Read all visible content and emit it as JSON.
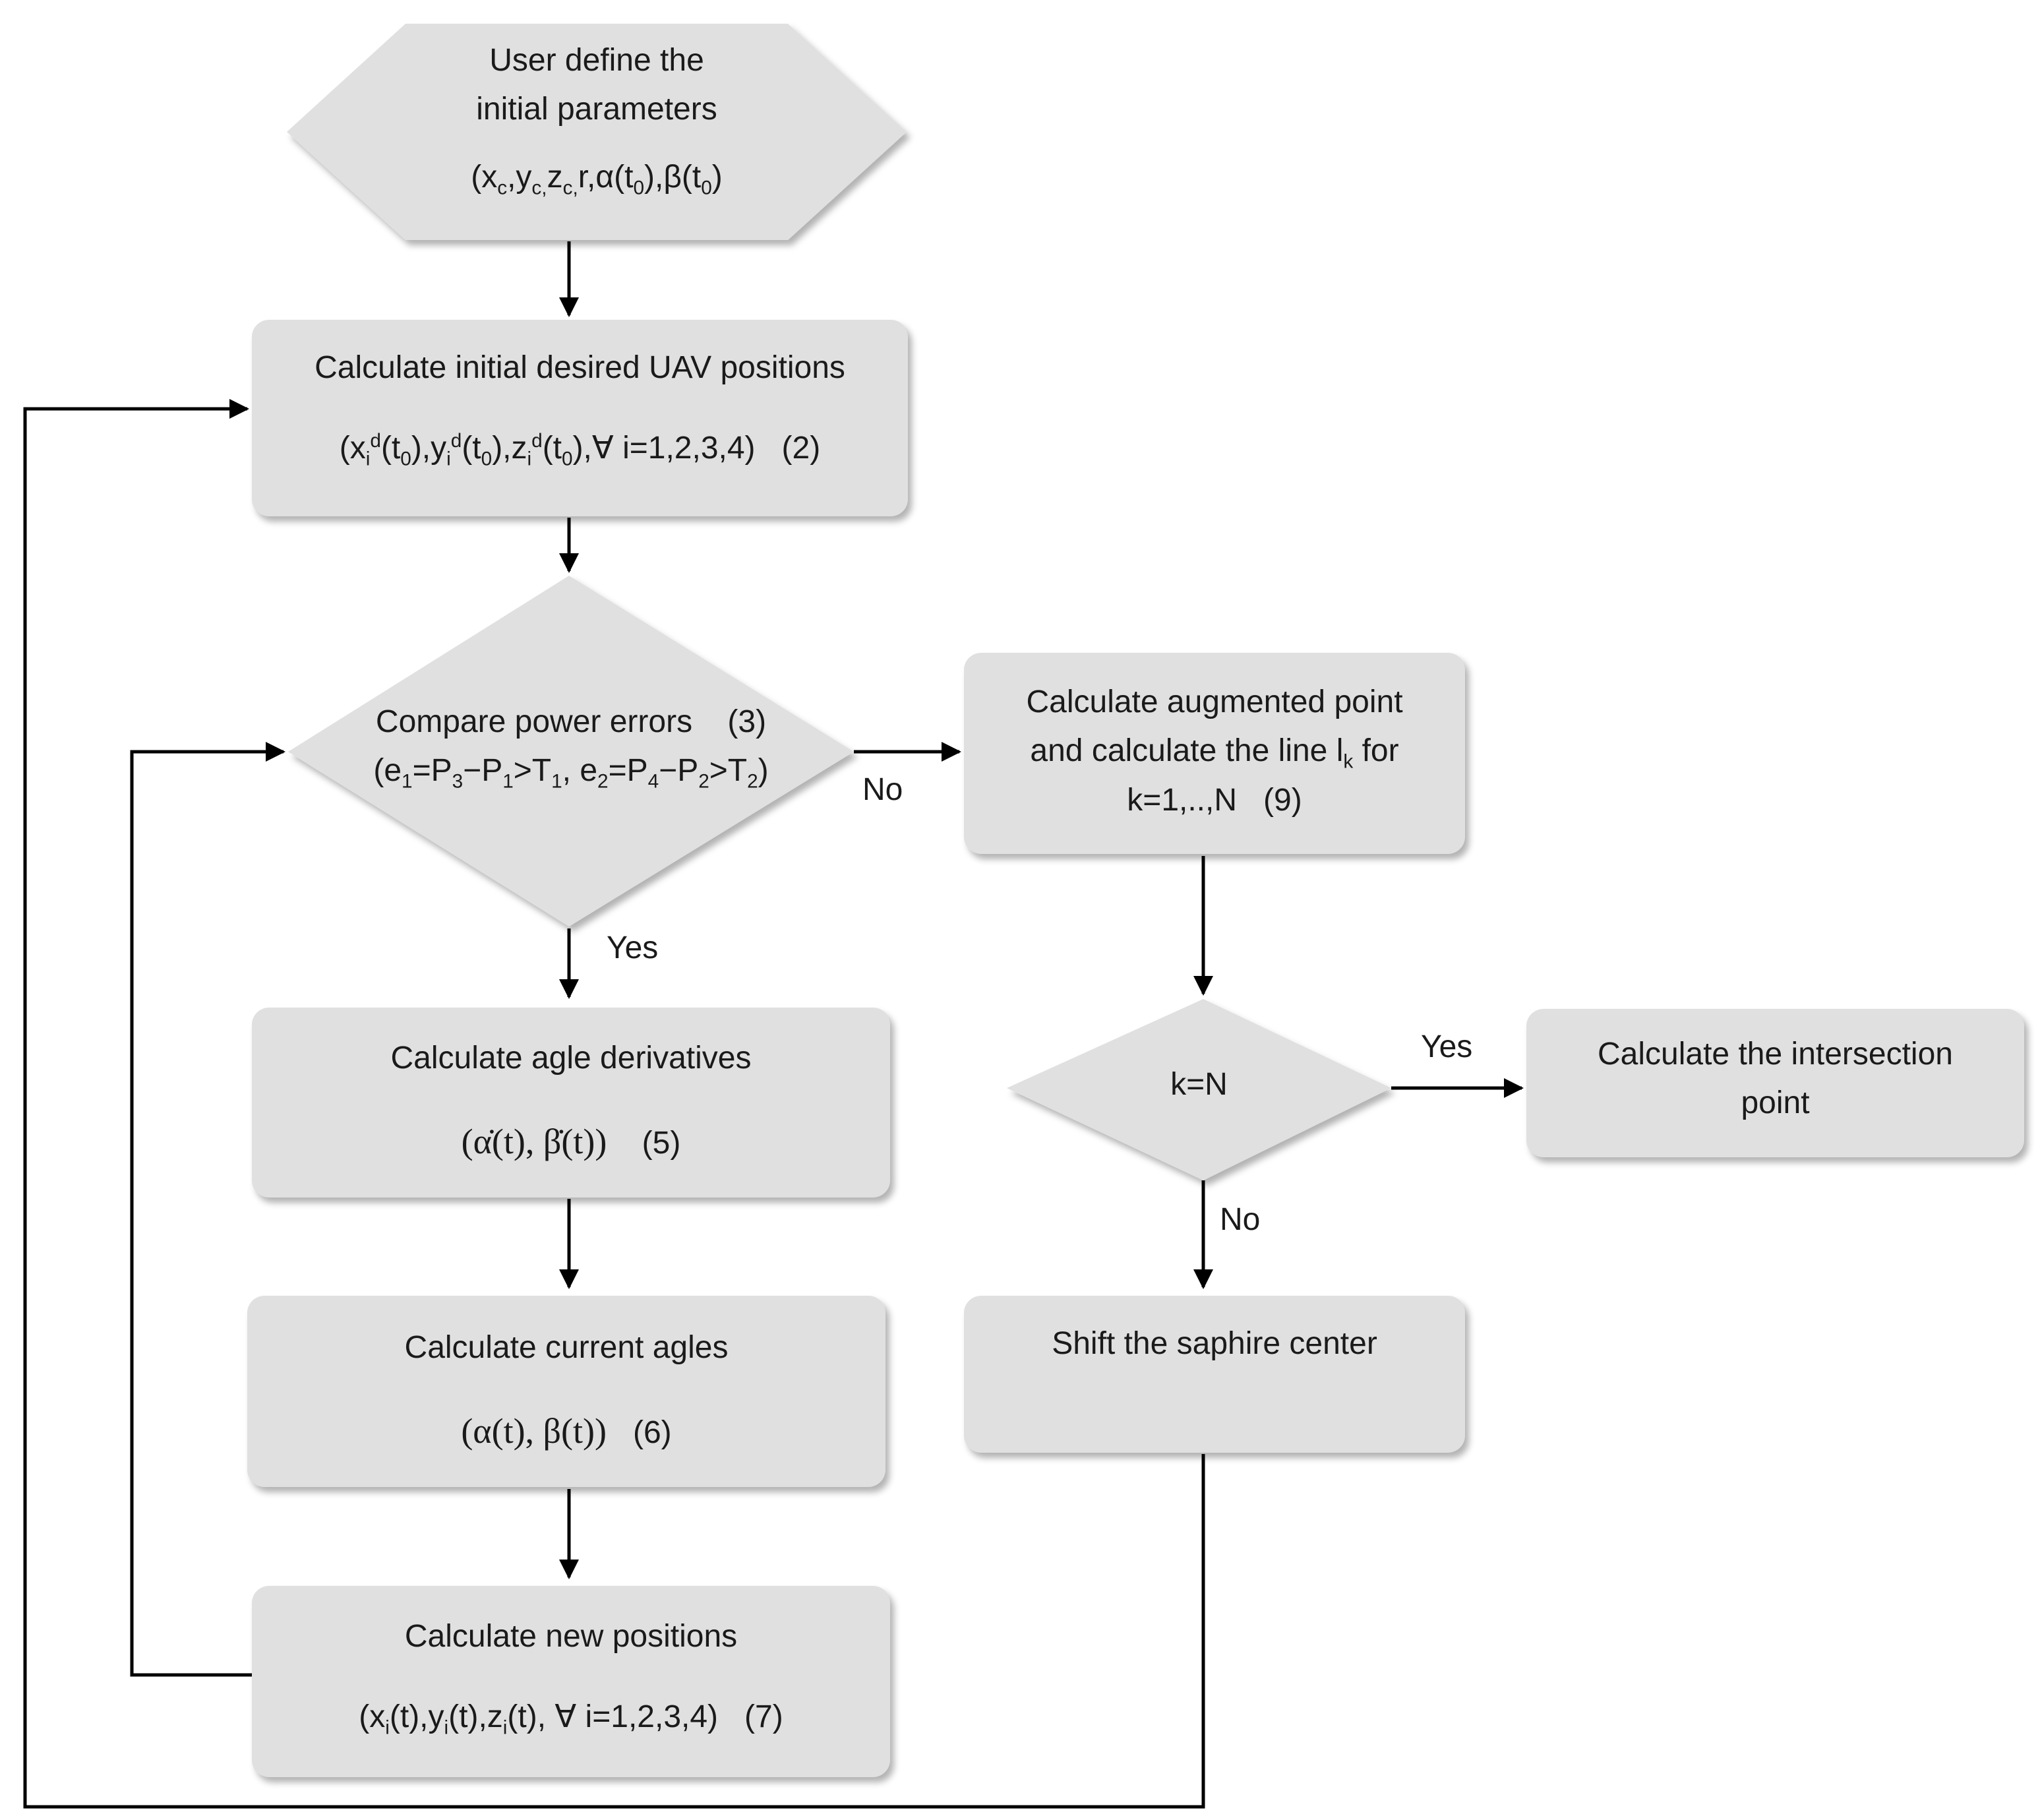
{
  "start": {
    "line1": "User define the",
    "line2": "initial parameters",
    "params": {
      "p1": "(x",
      "s1": "c",
      "p2": ",y",
      "s2": "c,",
      "p3": "z",
      "s3": "c,",
      "p4": "r,α(t",
      "s4": "0",
      "p5": "),β(t",
      "s5": "0",
      "p6": ")"
    }
  },
  "initial_positions": {
    "title": "Calculate initial desired UAV positions",
    "formula": {
      "p1": "(x",
      "sub1": "i",
      "sup1": "d",
      "p2": "(t",
      "s2": "0",
      "p3": "),y",
      "sub3": "i",
      "sup3": "d",
      "p4": "(t",
      "s4": "0",
      "p5": "),",
      "p6": "z",
      "sub6": "i",
      "sup6": "d",
      "p7": "(t",
      "s7": "0",
      "p8": "),",
      "p9": "∀ i=1,2,3,4)",
      "eq": "(2)"
    }
  },
  "compare": {
    "line1": "Compare power errors",
    "eq": "(3)",
    "cond": {
      "p1": "(e",
      "s1": "1",
      "p2": "=P",
      "s2": "3",
      "p3": "−P",
      "s3": "1",
      "p4": ">T",
      "s4": "1",
      "p5": ", e",
      "s5": "2",
      "p6": "=P",
      "s6": "4",
      "p7": "−P",
      "s7": "2",
      "p8": ">T",
      "s8": "2",
      "p9": ")"
    }
  },
  "angle_derivatives": {
    "title": "Calculate agle derivatives",
    "formula": "(α̇(t), β̇(t))",
    "eq": "(5)"
  },
  "current_angles": {
    "title": "Calculate current agles",
    "formula": "(α(t), β(t))",
    "eq": "(6)"
  },
  "new_positions": {
    "title": "Calculate new positions",
    "formula": {
      "p1": "(x",
      "s1": "i",
      "p2": "(t),y",
      "s2": "i",
      "p3": "(t),z",
      "s3": "i",
      "p4": "(t), ∀ i=1,2,3,4)",
      "eq": "(7)"
    }
  },
  "augmented": {
    "line1": "Calculate augmented point",
    "line2a": "and calculate the line l",
    "line2sub": "k",
    "line2b": " for",
    "line3": "k=1,..,N",
    "eq": "(9)"
  },
  "decision_k": {
    "label": "k=N"
  },
  "intersection": {
    "line1": "Calculate the intersection",
    "line2": "point"
  },
  "shift": {
    "title": "Shift the saphire center"
  },
  "edge_labels": {
    "compare_no": "No",
    "compare_yes": "Yes",
    "k_yes": "Yes",
    "k_no": "No"
  },
  "colors": {
    "node_fill": "#e0e0e0",
    "edge": "#000000"
  }
}
